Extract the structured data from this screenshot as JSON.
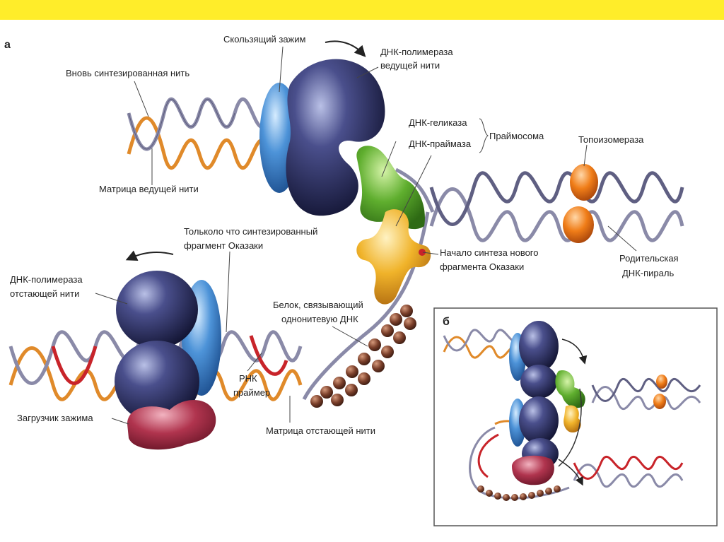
{
  "panel_a_letter": "а",
  "panel_b_letter": "б",
  "labels": {
    "sliding_clamp": "Скользящий зажим",
    "leading_polymerase_1": "ДНК-полимераза",
    "leading_polymerase_2": "ведущей нити",
    "new_strand": "Вновь синтезированная нить",
    "helicase": "ДНК-геликаза",
    "primase": "ДНК-праймаза",
    "primosome": "Праймосома",
    "topoisomerase": "Топоизомераза",
    "leading_template": "Матрица ведущей нити",
    "okazaki_new_1": "Тольколо что синтезированный",
    "okazaki_new_2": "фрагмент Оказаки",
    "okazaki_start_1": "Начало синтеза нового",
    "okazaki_start_2": "фрагмента Оказаки",
    "parental_1": "Родительская",
    "parental_2": "ДНК-пираль",
    "lagging_polymerase_1": "ДНК-полимераза",
    "lagging_polymerase_2": "отстающей нити",
    "ssb_1": "Белок, связывающий",
    "ssb_2": "однонитевую ДНК",
    "rna_primer_1": "РНК",
    "rna_primer_2": "праймер",
    "clamp_loader": "Загрузчик зажима",
    "lagging_template": "Матрица отстающей нити"
  },
  "colors": {
    "banner": "#ffed2a",
    "polymerase": "#3d3f78",
    "clamp": "#4d93d8",
    "helicase": "#5fae2e",
    "primase": "#f0b32a",
    "topoisomerase": "#f07d18",
    "clamp_loader": "#b0344e",
    "ssb": "#7a3f2a",
    "new_strand": "#e08a2a",
    "template_strand": "#8a8aa8",
    "rna_primer": "#c8242a"
  }
}
